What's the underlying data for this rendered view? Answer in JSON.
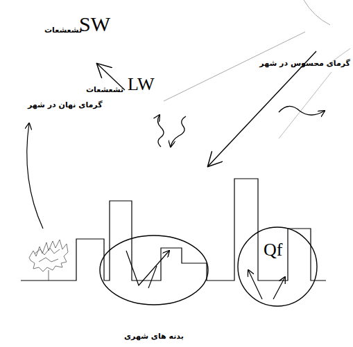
{
  "diagram": {
    "nodes": [
      {
        "text": [
          "بدنه های شهری"
        ]
      },
      {
        "text": [
          "Qf"
        ]
      }
    ],
    "labels": [
      "تشعشعات",
      "SW",
      "تشعشعات",
      "LW",
      "گرمای محسوس در شهر",
      "گرمای نهان در شهر"
    ]
  }
}
